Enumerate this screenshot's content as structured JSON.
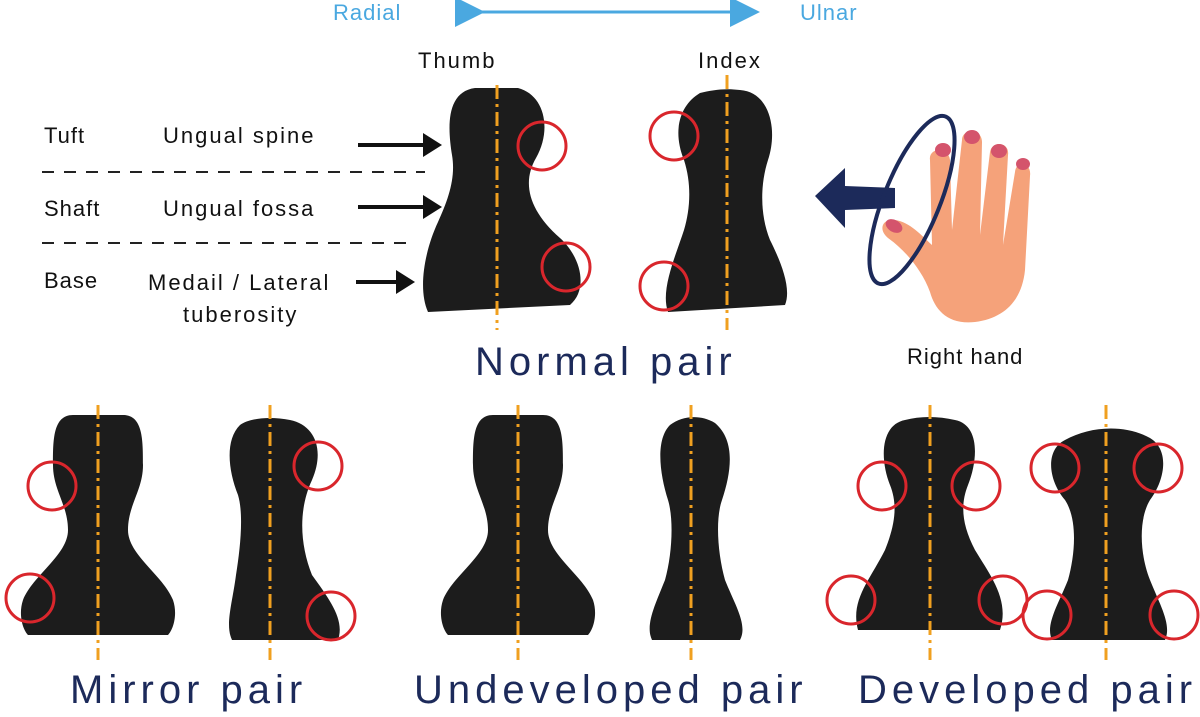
{
  "direction": {
    "left": "Radial",
    "right": "Ulnar",
    "arrow_color": "#4aa8e0"
  },
  "fingers": {
    "thumb": "Thumb",
    "index": "Index"
  },
  "regions": [
    {
      "region": "Tuft",
      "feature": "Ungual spine"
    },
    {
      "region": "Shaft",
      "feature": "Ungual fossa"
    },
    {
      "region": "Base",
      "feature_line1": "Medail / Lateral",
      "feature_line2": "tuberosity"
    }
  ],
  "groups": {
    "normal": "Normal pair",
    "mirror": "Mirror pair",
    "undeveloped": "Undeveloped pair",
    "developed": "Developed pair"
  },
  "hand": {
    "label": "Right hand",
    "skin_color": "#f5a27a",
    "nail_color": "#d4546c",
    "ring_color": "#1c2a5a"
  },
  "colors": {
    "bone": "#1c1c1c",
    "axis": "#f0a020",
    "marker_circle": "#d9262c",
    "title": "#1c2a5a"
  },
  "icons": [
    "double-headed-arrow",
    "pointer-arrow",
    "rotation-arrow",
    "hand-illustration"
  ]
}
